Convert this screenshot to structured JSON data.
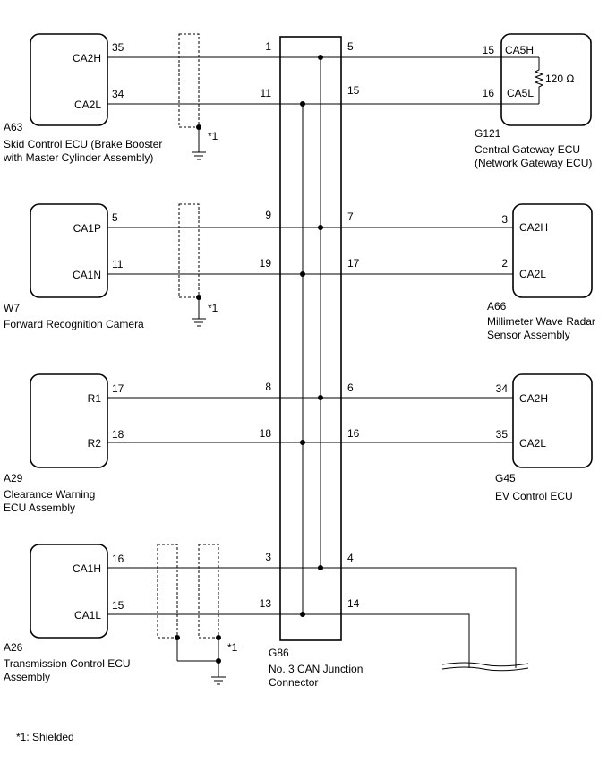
{
  "components": {
    "a63": {
      "code": "A63",
      "name_lines": [
        "Skid Control ECU (Brake Booster",
        "with Master Cylinder Assembly)"
      ],
      "pins": [
        {
          "label": "CA2H",
          "num": "35"
        },
        {
          "label": "CA2L",
          "num": "34"
        }
      ]
    },
    "w7": {
      "code": "W7",
      "name_lines": [
        "Forward Recognition Camera"
      ],
      "pins": [
        {
          "label": "CA1P",
          "num": "5"
        },
        {
          "label": "CA1N",
          "num": "11"
        }
      ]
    },
    "a29": {
      "code": "A29",
      "name_lines": [
        "Clearance Warning",
        "ECU Assembly"
      ],
      "pins": [
        {
          "label": "R1",
          "num": "17"
        },
        {
          "label": "R2",
          "num": "18"
        }
      ]
    },
    "a26": {
      "code": "A26",
      "name_lines": [
        "Transmission Control ECU",
        "Assembly"
      ],
      "pins": [
        {
          "label": "CA1H",
          "num": "16"
        },
        {
          "label": "CA1L",
          "num": "15"
        }
      ]
    },
    "g121": {
      "code": "G121",
      "name_lines": [
        "Central Gateway ECU",
        "(Network Gateway ECU)"
      ],
      "pins": [
        {
          "label": "CA5H",
          "num": "15"
        },
        {
          "label": "CA5L",
          "num": "16"
        }
      ],
      "resistor": "120 Ω"
    },
    "a66": {
      "code": "A66",
      "name_lines": [
        "Millimeter Wave Radar",
        "Sensor Assembly"
      ],
      "pins": [
        {
          "label": "CA2H",
          "num": "3"
        },
        {
          "label": "CA2L",
          "num": "2"
        }
      ]
    },
    "g45": {
      "code": "G45",
      "name_lines": [
        "EV Control ECU"
      ],
      "pins": [
        {
          "label": "CA2H",
          "num": "34"
        },
        {
          "label": "CA2L",
          "num": "35"
        }
      ]
    }
  },
  "junction": {
    "code": "G86",
    "name_lines": [
      "No. 3 CAN Junction",
      "Connector"
    ],
    "rows": [
      {
        "left": "1",
        "right": "5"
      },
      {
        "left": "11",
        "right": "15"
      },
      {
        "left": "9",
        "right": "7"
      },
      {
        "left": "19",
        "right": "17"
      },
      {
        "left": "8",
        "right": "6"
      },
      {
        "left": "18",
        "right": "16"
      },
      {
        "left": "3",
        "right": "4"
      },
      {
        "left": "13",
        "right": "14"
      }
    ]
  },
  "shield_marks": [
    "*1",
    "*1",
    "*1"
  ],
  "footnote": "*1: Shielded"
}
